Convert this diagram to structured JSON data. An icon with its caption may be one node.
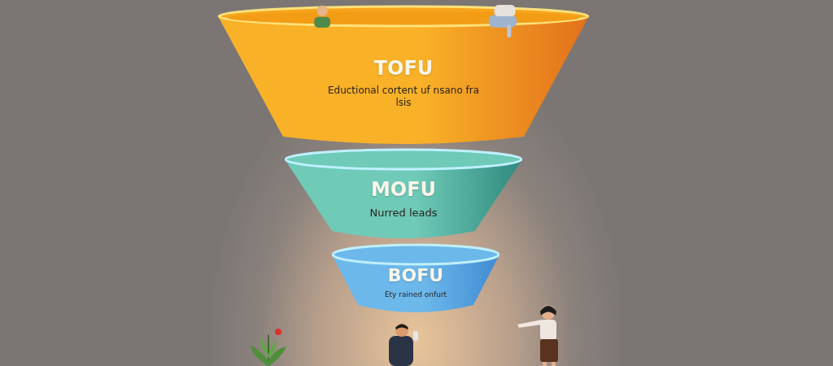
{
  "diagram": {
    "nodes": [
      {
        "text": [
          "TOFU",
          "Eductional cortent uf nsano fra lsis"
        ]
      },
      {
        "text": [
          "MOFU",
          "Nurred leads"
        ]
      },
      {
        "text": [
          "BOFU",
          "Ety rained onfurt"
        ]
      }
    ]
  }
}
